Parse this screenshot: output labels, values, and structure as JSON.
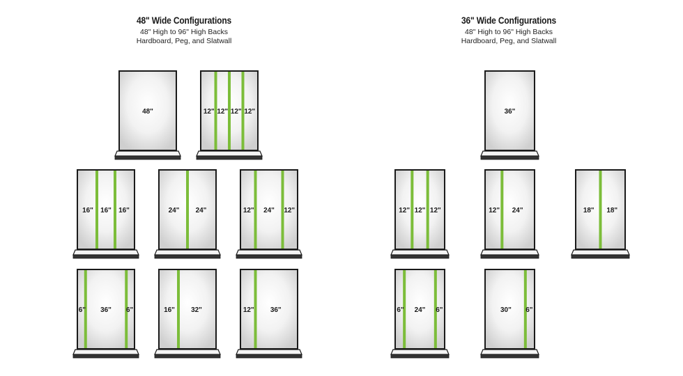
{
  "sections": [
    {
      "title": "48\" Wide Configurations",
      "subtitle_line1": "48\" High to 96\" High Backs",
      "subtitle_line2": "Hardboard, Peg, and Slatwall"
    },
    {
      "title": "36\" Wide Configurations",
      "subtitle_line1": "48\" High to 96\" High Backs",
      "subtitle_line2": "Hardboard, Peg, and Slatwall"
    }
  ],
  "colors": {
    "divider": "#7cbd3a",
    "frame": "#1a1a1a",
    "base": "#333333",
    "panel_center": "#ffffff",
    "panel_edge": "#cfcfcf"
  },
  "configurations": [
    {
      "section": 0,
      "labels": [
        "48\""
      ]
    },
    {
      "section": 0,
      "labels": [
        "12\"",
        "12\"",
        "12\"",
        "12\""
      ]
    },
    {
      "section": 0,
      "labels": [
        "16\"",
        "16\"",
        "16\""
      ]
    },
    {
      "section": 0,
      "labels": [
        "24\"",
        "24\""
      ]
    },
    {
      "section": 0,
      "labels": [
        "12\"",
        "24\"",
        "12\""
      ]
    },
    {
      "section": 0,
      "labels": [
        "6\"",
        "36\"",
        "6\""
      ]
    },
    {
      "section": 0,
      "labels": [
        "16\"",
        "32\""
      ]
    },
    {
      "section": 0,
      "labels": [
        "12\"",
        "36\""
      ]
    },
    {
      "section": 1,
      "labels": [
        "36\""
      ]
    },
    {
      "section": 1,
      "labels": [
        "12\"",
        "12\"",
        "12\""
      ]
    },
    {
      "section": 1,
      "labels": [
        "12\"",
        "24\""
      ]
    },
    {
      "section": 1,
      "labels": [
        "18\"",
        "18\""
      ]
    },
    {
      "section": 1,
      "labels": [
        "6\"",
        "24\"",
        "6\""
      ]
    },
    {
      "section": 1,
      "labels": [
        "30\"",
        "6\""
      ]
    }
  ]
}
